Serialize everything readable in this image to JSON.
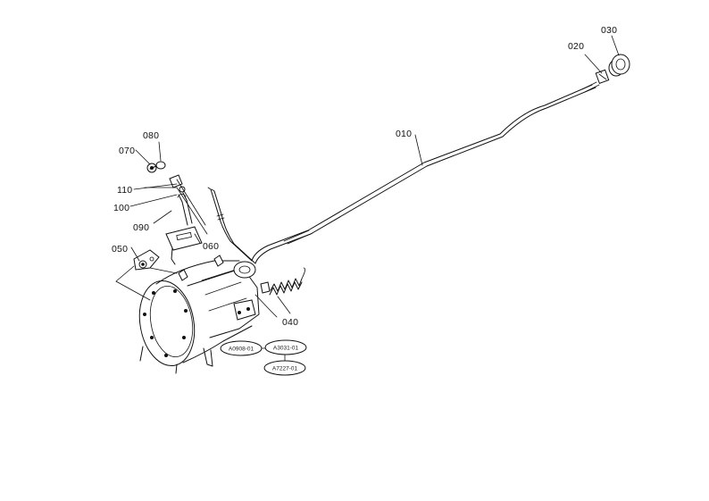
{
  "diagram": {
    "parts": [
      {
        "id": "p010",
        "label": "010",
        "name": "rod"
      },
      {
        "id": "p020",
        "label": "020",
        "name": "nut"
      },
      {
        "id": "p030",
        "label": "030",
        "name": "knob"
      },
      {
        "id": "p040",
        "label": "040",
        "name": "spring"
      },
      {
        "id": "p050",
        "label": "050",
        "name": "bracket-bolt"
      },
      {
        "id": "p060",
        "label": "060",
        "name": "plate"
      },
      {
        "id": "p070",
        "label": "070",
        "name": "nut"
      },
      {
        "id": "p080",
        "label": "080",
        "name": "bolt"
      },
      {
        "id": "p090",
        "label": "090",
        "name": "bracket"
      },
      {
        "id": "p100",
        "label": "100",
        "name": "clip"
      },
      {
        "id": "p110",
        "label": "110",
        "name": "pin"
      }
    ],
    "reference_codes": [
      "A0908-01",
      "A3031-01",
      "A7227-01"
    ]
  }
}
